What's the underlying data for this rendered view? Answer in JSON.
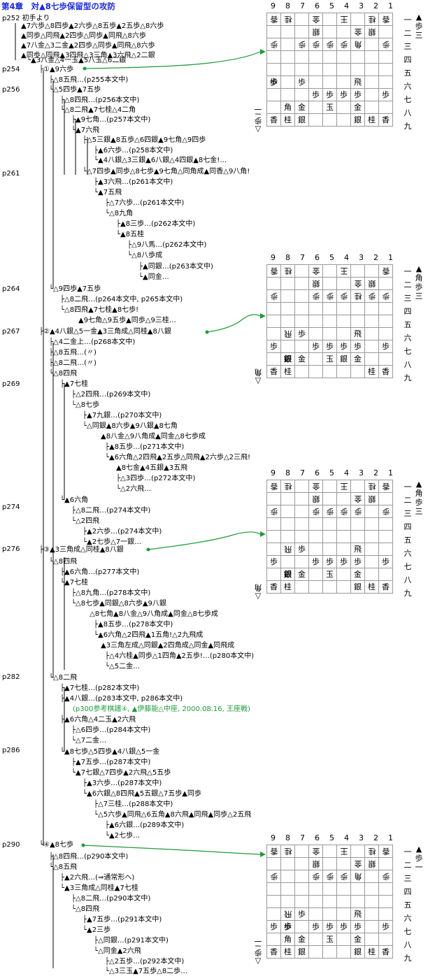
{
  "title": "第4章　対▲8七歩保留型の攻防",
  "page_labels": [
    "p252 初手より",
    "p254",
    "p256",
    "p261",
    "p264",
    "p267",
    "p269",
    "p274",
    "p276",
    "p282",
    "p286",
    "p290"
  ],
  "lines": [
    "▲7六歩△8四歩▲2六歩△8五歩▲2五歩△8六歩",
    "▲同歩△同飛▲2四歩△同歩▲同飛△8六歩",
    "▲7八金△3二金▲2四歩△同歩▲同飛△8六歩",
    "▲同歩△同飛▲3四飛△3三角▲3六飛△2二銀",
    "└▲3八金△4一玉▲5八玉△6二銀",
    "├①▲9六歩",
    "├△8五飛…(p255本文中)",
    "└△5四歩▲7五歩",
    "├△8四飛…(p256本文中)",
    "└△8二飛▲7七桂△4二角",
    "├▲9七角…(p257本文中)",
    "└▲7六飛",
    "├△5三銀▲8五歩△6四銀▲9七角△9四歩",
    "├▲6六歩…(p258本文中)",
    "└▲4八銀△3三銀▲6八銀△4四銀▲8七金!…",
    "└△7四歩▲同歩△8七歩▲9七角△同角成▲同香△9八角!",
    "├▲3六飛…(p261本文中)",
    "└▲7五飛",
    "├△7六歩…(p261本文中)",
    "└△8九角",
    "├▲8三歩…(p262本文中)",
    "└▲8五桂",
    "├△9八馬…(p262本文中)",
    "└△8八歩成",
    "├▲同銀…(p263本文中)",
    "└▲同金…",
    "└△9四歩▲7五歩",
    "├△8二飛…(p264本文中, p265本文中)",
    "└△8四飛▲7七桂▲8七歩!",
    "▲9七角△9五歩▲同歩△9三桂…",
    "├②▲4八銀△5一金▲3三角成△同桂▲8八銀",
    "├△4二金上…(p268本文中)",
    "├△8五飛…(〃)",
    "├△8二飛…(〃)",
    "└△8四飛",
    "├▲7七桂",
    "├△2四飛…(p269本文中)",
    "└△8七歩",
    "├▲7九銀…(p270本文中)",
    "└△同銀▲8六歩▲9八銀▲8七角",
    "▲8八金△9八角成▲同金△8七歩成",
    "├▲8五歩…(p271本文中)",
    "└▲6六角△2四飛▲2五歩△同飛▲2六歩△2三飛!",
    "▲8七金▲4五銀▲3五飛",
    "├△3四歩…(p272本文中)",
    "└△2六飛…",
    "└▲6六角",
    "├△8二飛…(p274本文中)",
    "└△2四飛",
    "├▲2六歩…(p274本文中)",
    "└▲2七歩△7一銀…",
    "├③▲3三角成△同桂▲8八銀",
    "└△8四飛",
    "├▲6六角…(p277本文中)",
    "└▲7七桂",
    "├△8九角…(p278本文中)",
    "└△8七歩▲同銀△8六歩▲9八銀",
    "△8七角▲8八金△9八角成▲同金△8七歩成",
    "├▲8五歩…(p278本文中)",
    "└▲6六角△2四飛▲1五角!△2九飛成",
    "▲3三角左成△同銀▲2四角成△同金▲同飛成",
    "├△4六桂▲同歩△1四角▲2五歩!…(p280本文中)",
    "└△5二金…",
    "└△8二飛",
    "├▲7七桂…(p282本文中)",
    "├▲4八銀…(p283本文中, p286本文中)",
    "(p300参考棋譜④, ▲伊藤能△中座, 2000.08.16, 王座戦)",
    "├▲6六角△4二玉▲2六飛",
    "├△6四歩…(p284本文中)",
    "└△7二金…",
    "└▲8七歩△5四歩▲4八銀△5一金",
    "├▲7五歩…(p287本文中)",
    "└▲7七銀△7四歩▲2六飛△5五歩",
    "├▲3六歩…(p287本文中)",
    "└▲6六銀△8四飛▲5五銀△7五歩▲同歩",
    "├△7三桂…(p288本文中)",
    "└△5六歩▲同飛△6五角▲8六飛▲同飛▲同歩△2五飛",
    "├▲6六銀…(p289本文中)",
    "└▲2七歩…",
    "└④▲8七歩",
    "├△8四飛…(p290本文中)",
    "└△8五飛",
    "├▲2六飛…(⇒通常形へ)",
    "└▲3三角成△同桂▲7七桂",
    "├△8二飛…(p290本文中)",
    "└△8四飛",
    "├▲7五歩…(p291本文中)",
    "└▲2三歩",
    "├△同銀…(p291本文中)",
    "└△同金▲2六飛",
    "├△2五歩…(p292本文中)",
    "└△3三玉▲7五歩△8二歩…"
  ],
  "file_numbers": [
    "9",
    "8",
    "7",
    "6",
    "5",
    "4",
    "3",
    "2",
    "1"
  ],
  "rank_numbers": [
    "一",
    "二",
    "三",
    "四",
    "五",
    "六",
    "七",
    "八",
    "九"
  ],
  "boards": [
    {
      "sente_hand": "▲歩三",
      "gote_hand": "△歩二",
      "cells": [
        [
          "香v",
          "桂v",
          "",
          "金v",
          "",
          "王v",
          "",
          "桂v",
          "香v"
        ],
        [
          "",
          "",
          "",
          "銀v",
          "",
          "",
          "金v",
          "銀v",
          ""
        ],
        [
          "歩v",
          "",
          "歩v",
          "歩v",
          "歩v",
          "歩v",
          "角v",
          "",
          "歩v"
        ],
        [
          "",
          "",
          "",
          "",
          "",
          "",
          "",
          "",
          ""
        ],
        [
          "",
          "",
          "",
          "",
          "",
          "",
          "",
          "",
          ""
        ],
        [
          "歩h",
          "",
          "歩",
          "",
          "",
          "",
          "飛",
          "",
          ""
        ],
        [
          "",
          "",
          "",
          "歩",
          "歩",
          "歩",
          "歩",
          "",
          "歩"
        ],
        [
          "",
          "角",
          "金",
          "",
          "玉",
          "",
          "金",
          "",
          ""
        ],
        [
          "香",
          "桂",
          "銀",
          "",
          "",
          "",
          "銀",
          "桂",
          "香"
        ]
      ]
    },
    {
      "sente_hand": "▲角歩三",
      "gote_hand": "△角",
      "cells": [
        [
          "香v",
          "桂v",
          "",
          "金v",
          "",
          "王v",
          "",
          "",
          "香v"
        ],
        [
          "",
          "",
          "",
          "銀v",
          "",
          "",
          "金v",
          "銀v",
          ""
        ],
        [
          "歩v",
          "",
          "",
          "歩v",
          "歩v",
          "歩v",
          "桂v",
          "歩v",
          "歩v"
        ],
        [
          "",
          "",
          "",
          "",
          "",
          "",
          "",
          "",
          ""
        ],
        [
          "",
          "",
          "",
          "",
          "",
          "",
          "",
          "",
          ""
        ],
        [
          "",
          "飛v",
          "歩",
          "",
          "",
          "",
          "飛",
          "",
          ""
        ],
        [
          "歩",
          "",
          "",
          "歩",
          "歩",
          "歩",
          "歩",
          "",
          "歩"
        ],
        [
          "",
          "銀h",
          "金",
          "",
          "玉",
          "銀",
          "金",
          "",
          ""
        ],
        [
          "香",
          "桂",
          "",
          "",
          "",
          "",
          "",
          "桂",
          "香"
        ]
      ]
    },
    {
      "sente_hand": "▲角歩三",
      "gote_hand": "△角",
      "cells": [
        [
          "香v",
          "桂v",
          "",
          "金v",
          "",
          "王v",
          "",
          "桂v",
          "香v"
        ],
        [
          "",
          "",
          "",
          "銀v",
          "",
          "",
          "金v",
          "銀v",
          ""
        ],
        [
          "歩v",
          "",
          "",
          "歩v",
          "歩v",
          "歩v",
          "歩v",
          "",
          "歩v"
        ],
        [
          "",
          "",
          "",
          "",
          "",
          "",
          "",
          "",
          ""
        ],
        [
          "",
          "",
          "",
          "",
          "",
          "",
          "",
          "",
          ""
        ],
        [
          "",
          "飛v",
          "歩",
          "",
          "",
          "",
          "飛",
          "",
          ""
        ],
        [
          "歩",
          "",
          "",
          "歩",
          "歩",
          "歩",
          "歩",
          "",
          "歩"
        ],
        [
          "",
          "銀h",
          "金",
          "",
          "玉",
          "",
          "金",
          "",
          ""
        ],
        [
          "香",
          "桂",
          "",
          "",
          "",
          "",
          "銀",
          "桂",
          "香"
        ]
      ]
    },
    {
      "sente_hand": "▲歩一",
      "gote_hand": "△歩二",
      "cells": [
        [
          "香v",
          "桂v",
          "",
          "金v",
          "",
          "王v",
          "",
          "桂v",
          "香v"
        ],
        [
          "",
          "",
          "",
          "銀v",
          "",
          "",
          "金v",
          "銀v",
          ""
        ],
        [
          "歩v",
          "",
          "",
          "歩v",
          "歩v",
          "歩v",
          "角v",
          "",
          "歩v"
        ],
        [
          "",
          "",
          "",
          "",
          "",
          "",
          "",
          "",
          ""
        ],
        [
          "",
          "",
          "",
          "",
          "",
          "",
          "",
          "",
          ""
        ],
        [
          "",
          "飛v",
          "歩",
          "",
          "",
          "",
          "飛",
          "",
          ""
        ],
        [
          "歩",
          "歩h",
          "",
          "歩",
          "歩",
          "歩",
          "歩",
          "",
          "歩"
        ],
        [
          "",
          "角",
          "金",
          "",
          "玉",
          "",
          "金",
          "",
          ""
        ],
        [
          "香",
          "桂",
          "銀",
          "",
          "",
          "",
          "銀",
          "桂",
          "香"
        ]
      ]
    }
  ],
  "colors": {
    "title": "#1a2bd6",
    "arrow": "#1f9a3c",
    "reference": "#1f9a3c"
  }
}
